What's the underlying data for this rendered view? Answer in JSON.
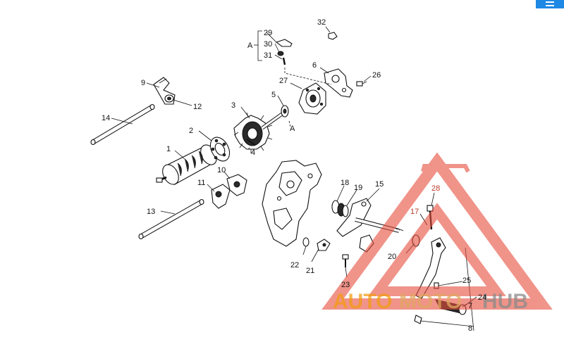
{
  "diagram": {
    "parts": [
      {
        "id": "p1",
        "label": "1"
      },
      {
        "id": "p2",
        "label": "2"
      },
      {
        "id": "p3",
        "label": "3"
      },
      {
        "id": "p4",
        "label": "4"
      },
      {
        "id": "p5",
        "label": "5"
      },
      {
        "id": "p6",
        "label": "6"
      },
      {
        "id": "p7",
        "label": "7"
      },
      {
        "id": "p8",
        "label": "8"
      },
      {
        "id": "p9",
        "label": "9"
      },
      {
        "id": "p10",
        "label": "10"
      },
      {
        "id": "p11",
        "label": "11"
      },
      {
        "id": "p12",
        "label": "12"
      },
      {
        "id": "p13",
        "label": "13"
      },
      {
        "id": "p14",
        "label": "14"
      },
      {
        "id": "p15",
        "label": "15"
      },
      {
        "id": "p17",
        "label": "17"
      },
      {
        "id": "p18",
        "label": "18"
      },
      {
        "id": "p19",
        "label": "19"
      },
      {
        "id": "p20",
        "label": "20"
      },
      {
        "id": "p21",
        "label": "21"
      },
      {
        "id": "p22",
        "label": "22"
      },
      {
        "id": "p23",
        "label": "23"
      },
      {
        "id": "p24",
        "label": "24"
      },
      {
        "id": "p25",
        "label": "25"
      },
      {
        "id": "p26",
        "label": "26"
      },
      {
        "id": "p27",
        "label": "27"
      },
      {
        "id": "p28",
        "label": "28"
      },
      {
        "id": "p29",
        "label": "29"
      },
      {
        "id": "p30",
        "label": "30"
      },
      {
        "id": "p31",
        "label": "31"
      },
      {
        "id": "p32",
        "label": "32"
      }
    ],
    "group_marker": "A",
    "reference_marker": "A"
  },
  "watermark": {
    "text_left": "AUTO",
    "text_mid": "MOTO",
    "text_right": "HUB",
    "colors": {
      "triangle": "#e74c3c",
      "accent": "#f39c12",
      "gray": "#8a8a8a"
    }
  },
  "colors": {
    "line": "#111111",
    "background": "#ffffff",
    "badge": "#1e88e5"
  }
}
